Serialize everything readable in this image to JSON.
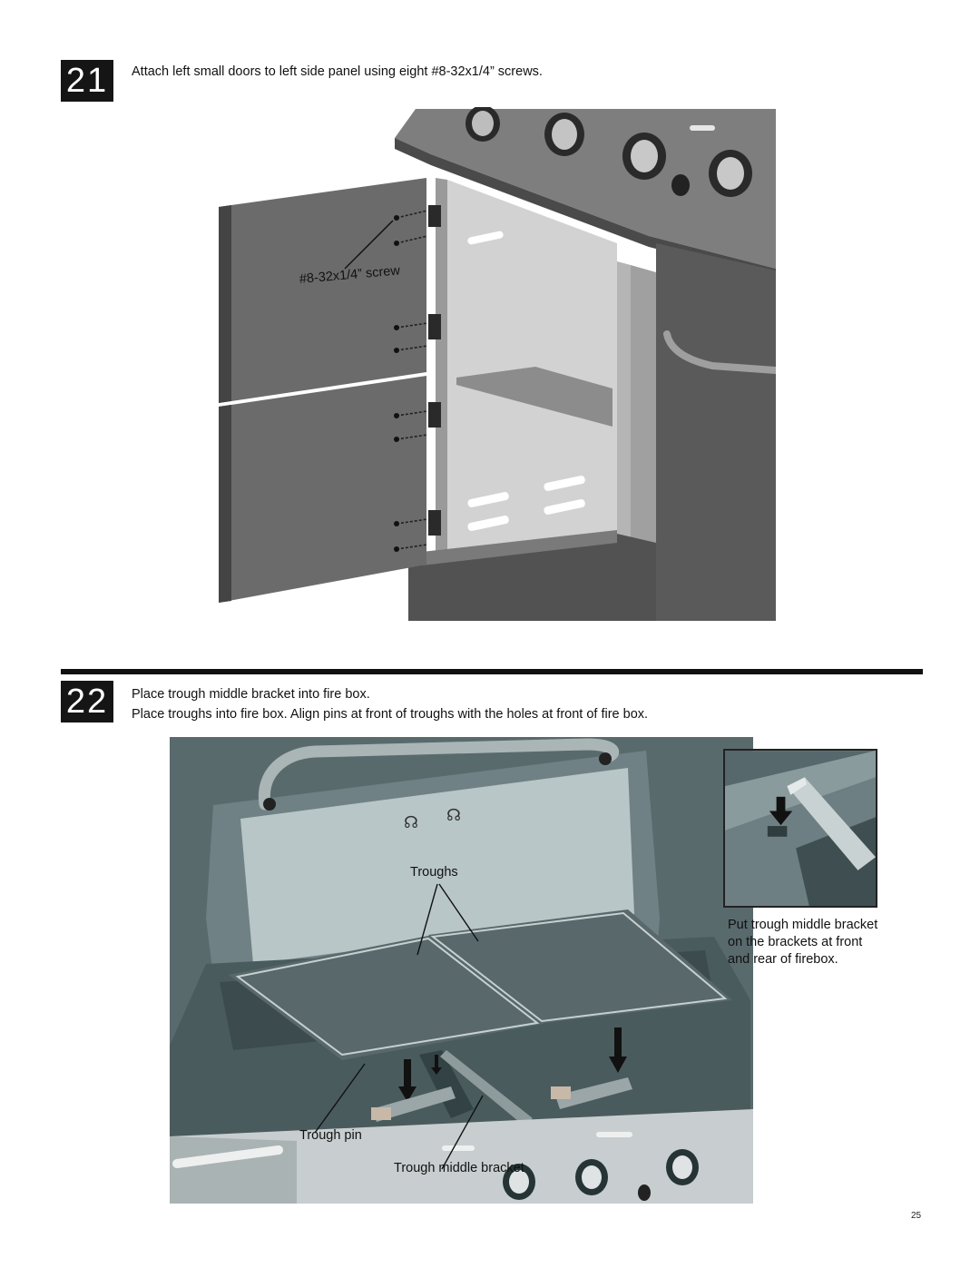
{
  "steps": [
    {
      "number": "21",
      "instructions": [
        "Attach left small doors to left side panel using eight #8-32x1/4” screws."
      ],
      "figure": {
        "callouts": {
          "screw": "#8-32x1/4” screw"
        }
      }
    },
    {
      "number": "22",
      "instructions": [
        "Place trough middle bracket into fire box.",
        "Place troughs into fire box. Align pins at front of troughs with the holes at front of fire box."
      ],
      "figure": {
        "callouts": {
          "troughs": "Troughs",
          "trough_pin": "Trough pin",
          "trough_middle_bracket": "Trough middle bracket"
        },
        "inset_caption": [
          "Put trough middle bracket",
          "on the brackets at front",
          "and rear of firebox."
        ]
      }
    }
  ],
  "page_number": "25"
}
